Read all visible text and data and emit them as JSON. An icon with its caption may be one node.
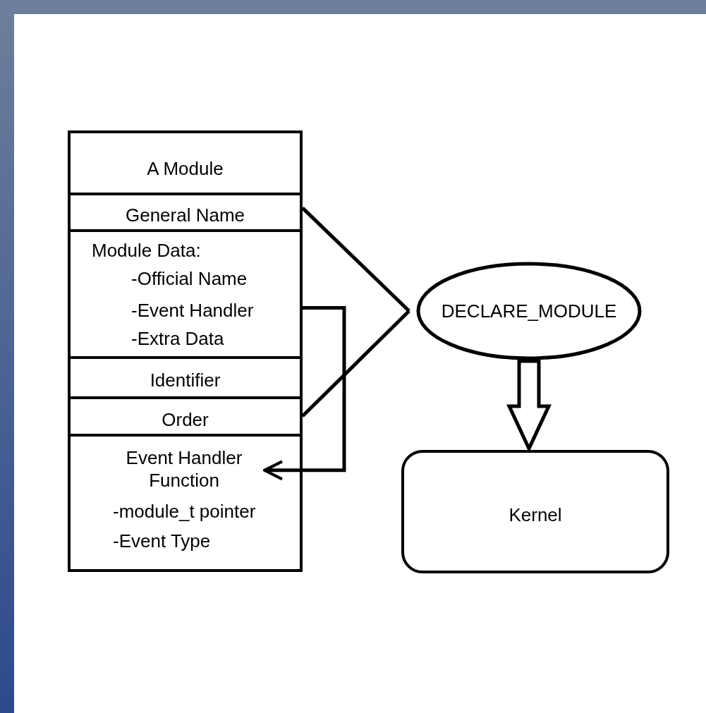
{
  "diagram": {
    "nodes": [
      {
        "text": [
          "A Module"
        ]
      },
      {
        "text": [
          "General Name"
        ],
        "in": 0
      },
      {
        "text": [
          "Module Data:",
          "-Official Name",
          "-Event Handler",
          "-Extra Data"
        ],
        "in": 0
      },
      {
        "text": [
          "Identifier"
        ],
        "in": 0
      },
      {
        "text": [
          "Order"
        ],
        "in": 0
      },
      {
        "text": [
          "Event Handler Function",
          "-module_t pointer",
          "-Event Type"
        ],
        "in": 0
      },
      {
        "text": [
          "DECLARE_MODULE"
        ]
      },
      {
        "text": [
          "Kernel"
        ]
      }
    ],
    "edges": [
      {
        "from": 1,
        "to": 6,
        "arrow": "none"
      },
      {
        "from": 4,
        "to": 6,
        "arrow": "none"
      },
      {
        "from": 2,
        "to": 5,
        "arrow": "to"
      },
      {
        "from": 6,
        "to": 7,
        "arrow": "to",
        "style": "thick"
      }
    ]
  }
}
